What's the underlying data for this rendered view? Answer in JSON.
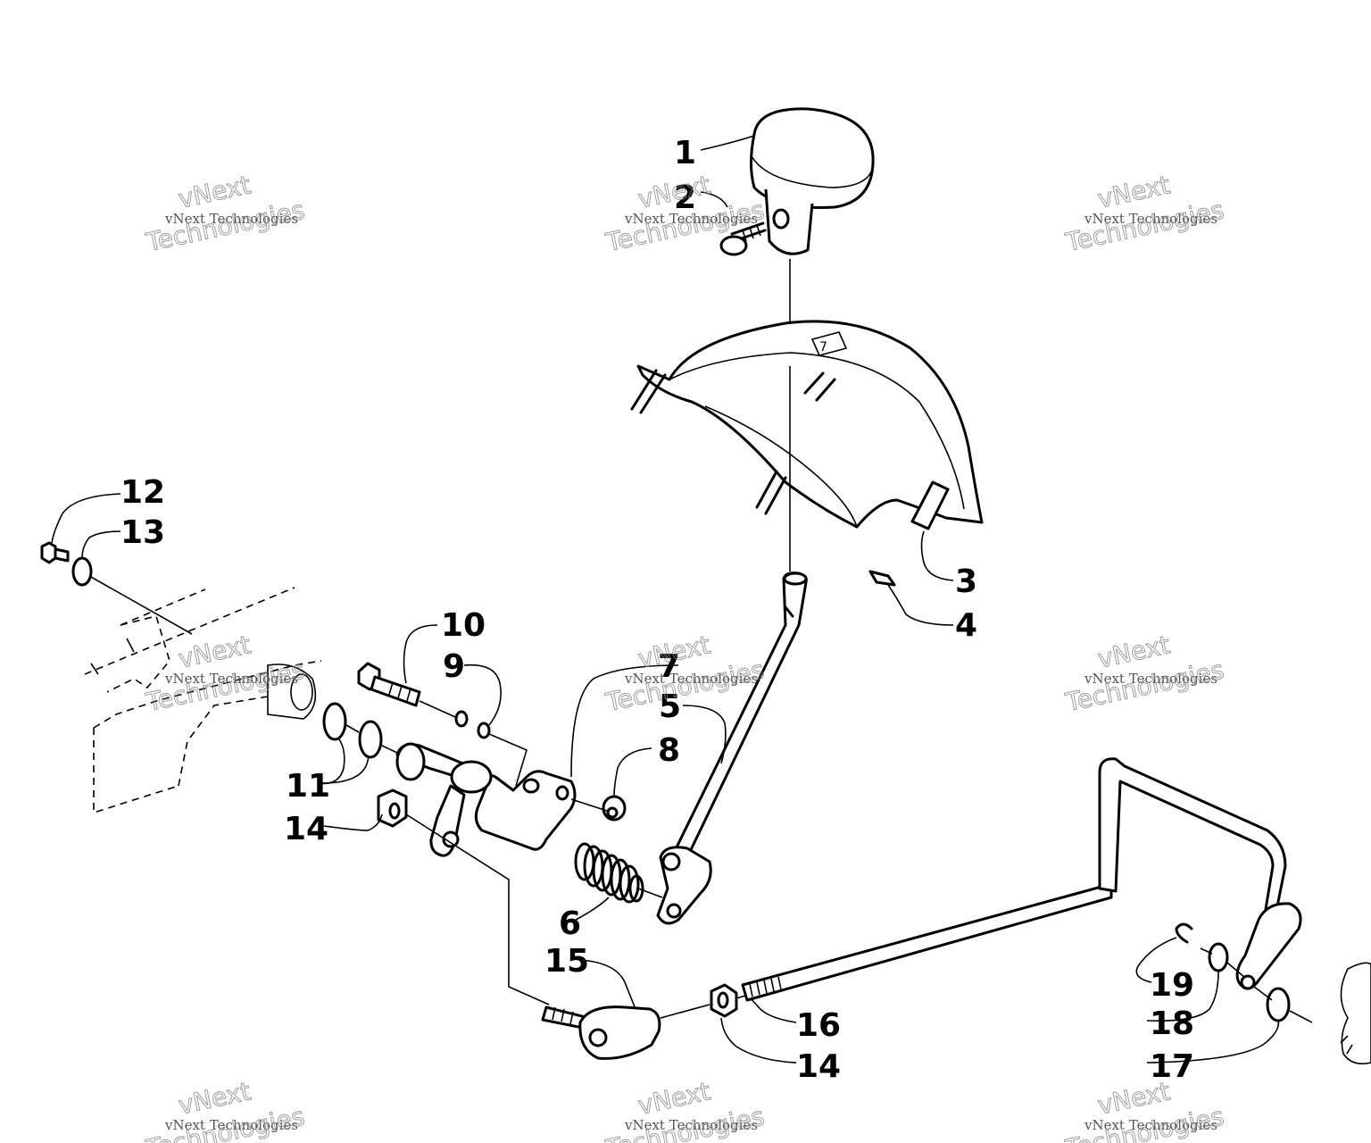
{
  "watermark": {
    "line1": "vNext",
    "line2": "vNext Technologies",
    "line3": "Technologies"
  },
  "callouts": [
    {
      "id": "c1",
      "label": "1"
    },
    {
      "id": "c2",
      "label": "2"
    },
    {
      "id": "c3",
      "label": "3"
    },
    {
      "id": "c4",
      "label": "4"
    },
    {
      "id": "c5",
      "label": "5"
    },
    {
      "id": "c6",
      "label": "6"
    },
    {
      "id": "c7",
      "label": "7"
    },
    {
      "id": "c8",
      "label": "8"
    },
    {
      "id": "c9",
      "label": "9"
    },
    {
      "id": "c10",
      "label": "10"
    },
    {
      "id": "c11",
      "label": "11"
    },
    {
      "id": "c12",
      "label": "12"
    },
    {
      "id": "c13",
      "label": "13"
    },
    {
      "id": "c14a",
      "label": "14"
    },
    {
      "id": "c14b",
      "label": "14"
    },
    {
      "id": "c15",
      "label": "15"
    },
    {
      "id": "c16",
      "label": "16"
    },
    {
      "id": "c17",
      "label": "17"
    },
    {
      "id": "c18",
      "label": "18"
    },
    {
      "id": "c19",
      "label": "19"
    }
  ]
}
